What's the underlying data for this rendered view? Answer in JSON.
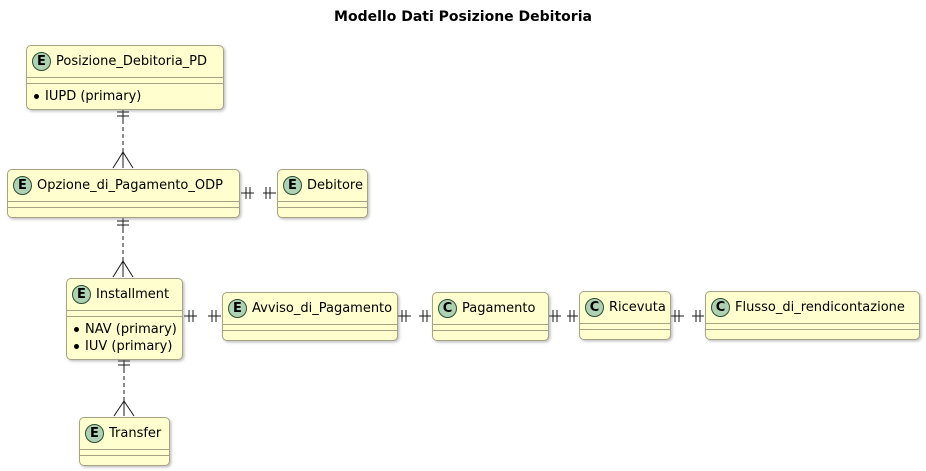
{
  "title": "Modello Dati Posizione Debitoria",
  "diagram_type": "entity-relationship",
  "colors": {
    "box_fill": "#FEFECE",
    "box_border": "#A6A385",
    "stereotype_fill": "#ADD1B2",
    "stereotype_border": "#2B4C33",
    "connector": "#181818",
    "text": "#000000",
    "background": "#FFFFFF"
  },
  "entities": [
    {
      "stereotype": "E",
      "name": "Posizione_Debitoria_PD",
      "fields": [
        "IUPD (primary)"
      ]
    },
    {
      "stereotype": "E",
      "name": "Opzione_di_Pagamento_ODP",
      "fields": []
    },
    {
      "stereotype": "E",
      "name": "Debitore",
      "fields": []
    },
    {
      "stereotype": "E",
      "name": "Installment",
      "fields": [
        "NAV (primary)",
        "IUV (primary)"
      ]
    },
    {
      "stereotype": "E",
      "name": "Avviso_di_Pagamento",
      "fields": []
    },
    {
      "stereotype": "C",
      "name": "Pagamento",
      "fields": []
    },
    {
      "stereotype": "C",
      "name": "Ricevuta",
      "fields": []
    },
    {
      "stereotype": "C",
      "name": "Flusso_di_rendicontazione",
      "fields": []
    },
    {
      "stereotype": "E",
      "name": "Transfer",
      "fields": []
    }
  ],
  "relationships": [
    {
      "from": "Posizione_Debitoria_PD",
      "to": "Opzione_di_Pagamento_ODP",
      "from_end": "exactly-one",
      "to_end": "many (crow's foot)",
      "line": "dashed",
      "orientation": "vertical"
    },
    {
      "from": "Opzione_di_Pagamento_ODP",
      "to": "Debitore",
      "from_end": "exactly-one",
      "to_end": "exactly-one",
      "line": "solid",
      "orientation": "horizontal"
    },
    {
      "from": "Opzione_di_Pagamento_ODP",
      "to": "Installment",
      "from_end": "exactly-one",
      "to_end": "many (crow's foot)",
      "line": "dashed",
      "orientation": "vertical"
    },
    {
      "from": "Installment",
      "to": "Avviso_di_Pagamento",
      "from_end": "exactly-one",
      "to_end": "exactly-one",
      "line": "solid",
      "orientation": "horizontal"
    },
    {
      "from": "Avviso_di_Pagamento",
      "to": "Pagamento",
      "from_end": "exactly-one",
      "to_end": "exactly-one",
      "line": "solid",
      "orientation": "horizontal"
    },
    {
      "from": "Pagamento",
      "to": "Ricevuta",
      "from_end": "exactly-one",
      "to_end": "exactly-one",
      "line": "solid",
      "orientation": "horizontal"
    },
    {
      "from": "Ricevuta",
      "to": "Flusso_di_rendicontazione",
      "from_end": "exactly-one",
      "to_end": "exactly-one",
      "line": "solid",
      "orientation": "horizontal"
    },
    {
      "from": "Installment",
      "to": "Transfer",
      "from_end": "exactly-one",
      "to_end": "many (crow's foot)",
      "line": "dashed",
      "orientation": "vertical"
    }
  ]
}
